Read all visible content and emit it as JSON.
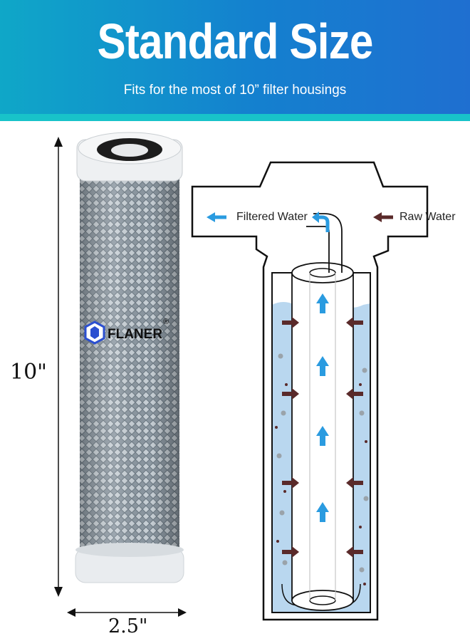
{
  "header": {
    "title": "Standard Size",
    "subtitle": "Fits for the most of 10” filter housings"
  },
  "dimensions": {
    "length": "10\"",
    "diameter": "2.5\""
  },
  "brand": {
    "name": "FLANER",
    "registered": "®"
  },
  "diagram": {
    "outlet_label": "Filtered Water",
    "inlet_label": "Raw Water"
  },
  "colors": {
    "header_start": "#0fa7c8",
    "header_end": "#1f6fd0",
    "water": "#b9d7ef",
    "flow_arrow": "#2a9be0",
    "inlet_arrow": "#5a2a2a"
  }
}
